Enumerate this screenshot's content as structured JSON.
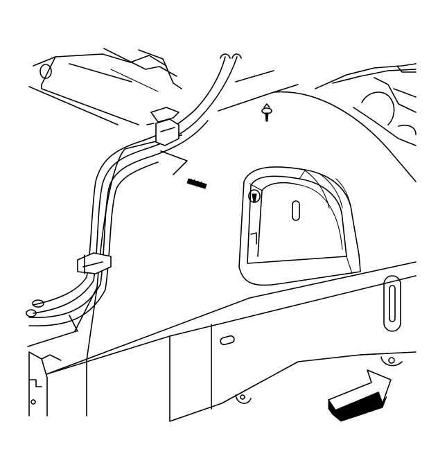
{
  "diagram": {
    "colors": {
      "line": "#000000",
      "background": "#ffffff"
    },
    "parts": [
      "vehicle-body-panel",
      "brake-lines",
      "line-retainer-clip",
      "wheelhouse-opening",
      "lower-frame-rail",
      "rear-frame-section",
      "fastener-bolt",
      "push-pin",
      "front-direction-arrow"
    ]
  }
}
